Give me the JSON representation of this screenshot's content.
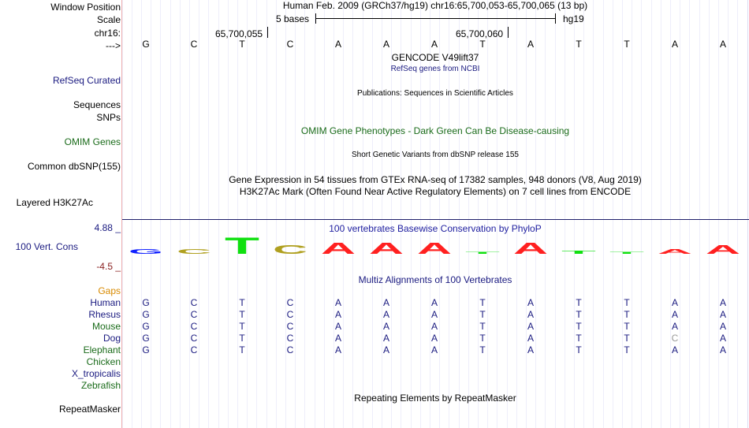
{
  "colors": {
    "label_dark_blue": "#1a1a80",
    "label_green": "#1a6b1a",
    "label_orange": "#d88a00",
    "label_dark_red": "#8a2020",
    "track_blue": "#2020a0",
    "gencode_blue": "#1a1a80",
    "omim_green": "#1a6b1a",
    "separator": "#20206a",
    "base_A": "#ff2020",
    "base_C": "#b0a020",
    "base_G": "#1020ff",
    "base_T": "#10e010"
  },
  "header": {
    "window_position_label": "Window Position",
    "window_position_value": "Human Feb. 2009 (GRCh37/hg19)   chr16:65,700,053-65,700,065 (13 bp)",
    "scale_label": "Scale",
    "scale_bar_label": "5 bases",
    "scale_assembly": "hg19",
    "chrom_label": "chr16:",
    "pos_tick_1": "65,700,055",
    "pos_tick_2": "65,700,060",
    "strand_label": "--->"
  },
  "bases": [
    "G",
    "C",
    "T",
    "C",
    "A",
    "A",
    "A",
    "T",
    "A",
    "T",
    "T",
    "A",
    "A"
  ],
  "tracks": {
    "gencode_title": "GENCODE V49lift37",
    "refseq_subtitle": "RefSeq genes from NCBI",
    "refseq_label": "RefSeq Curated",
    "publications_title": "Publications: Sequences in Scientific Articles",
    "sequences_label": "Sequences",
    "snps_label": "SNPs",
    "omim_title": "OMIM Gene Phenotypes - Dark Green Can Be Disease-causing",
    "omim_label": "OMIM Genes",
    "dbsnp_title": "Short Genetic Variants from dbSNP release 155",
    "dbsnp_label": "Common dbSNP(155)",
    "gtex_title": "Gene Expression in 54 tissues from GTEx RNA-seq of 17382 samples, 948 donors (V8, Aug 2019)",
    "h3k27_title": "H3K27Ac Mark (Often Found Near Active Regulatory Elements) on 7 cell lines from ENCODE",
    "h3k27_label": "Layered H3K27Ac",
    "cons_title": "100 vertebrates Basewise Conservation by PhyloP",
    "cons_label": "100 Vert. Cons",
    "cons_max": "4.88 _",
    "cons_min": "-4.5 _",
    "multiz_title": "Multiz Alignments of 100 Vertebrates",
    "gaps_label": "Gaps",
    "repeat_title": "Repeating Elements by RepeatMasker",
    "repeat_label": "RepeatMasker"
  },
  "conservation_heights": [
    0.25,
    0.28,
    1.0,
    0.55,
    0.7,
    0.7,
    0.7,
    0.12,
    0.7,
    0.18,
    0.08,
    0.28,
    0.55
  ],
  "species": [
    {
      "name": "Human",
      "color": "#1a1a80",
      "seq": [
        "G",
        "C",
        "T",
        "C",
        "A",
        "A",
        "A",
        "T",
        "A",
        "T",
        "T",
        "A",
        "A"
      ]
    },
    {
      "name": "Rhesus",
      "color": "#1a1a80",
      "seq": [
        "G",
        "C",
        "T",
        "C",
        "A",
        "A",
        "A",
        "T",
        "A",
        "T",
        "T",
        "A",
        "A"
      ]
    },
    {
      "name": "Mouse",
      "color": "#1a6b1a",
      "seq": [
        "G",
        "C",
        "T",
        "C",
        "A",
        "A",
        "A",
        "T",
        "A",
        "T",
        "T",
        "A",
        "A"
      ]
    },
    {
      "name": "Dog",
      "color": "#1a1a80",
      "seq": [
        "G",
        "C",
        "T",
        "C",
        "A",
        "A",
        "A",
        "T",
        "A",
        "T",
        "T",
        "C",
        "A"
      ]
    },
    {
      "name": "Elephant",
      "color": "#1a6b1a",
      "seq": [
        "G",
        "C",
        "T",
        "C",
        "A",
        "A",
        "A",
        "T",
        "A",
        "T",
        "T",
        "A",
        "A"
      ]
    },
    {
      "name": "Chicken",
      "color": "#1a6b1a",
      "seq": []
    },
    {
      "name": "X_tropicalis",
      "color": "#1a1a80",
      "seq": []
    },
    {
      "name": "Zebrafish",
      "color": "#1a6b1a",
      "seq": []
    }
  ]
}
